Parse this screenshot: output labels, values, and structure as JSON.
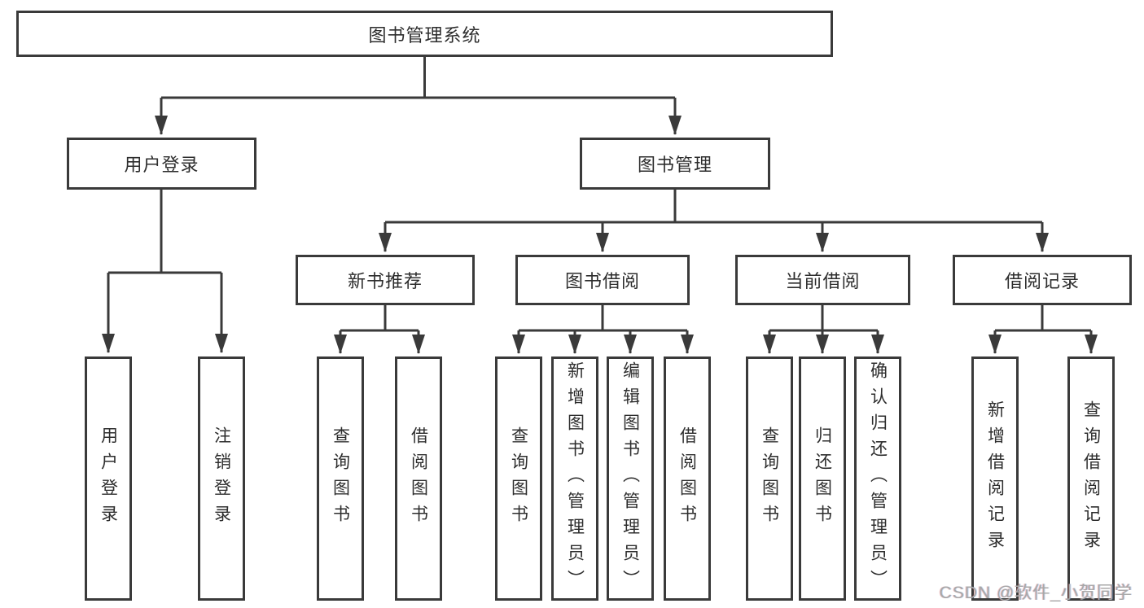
{
  "diagram_title": "图书管理系统",
  "nodes": {
    "root": {
      "label": "图书管理系统"
    },
    "level2": [
      {
        "label": "用户登录"
      },
      {
        "label": "图书管理"
      }
    ],
    "level3": [
      {
        "label": "新书推荐"
      },
      {
        "label": "图书借阅"
      },
      {
        "label": "当前借阅"
      },
      {
        "label": "借阅记录"
      }
    ],
    "leaves": {
      "user_login": [
        {
          "label": "用户登录"
        },
        {
          "label": "注销登录"
        }
      ],
      "new_book_recommend": [
        {
          "label": "查询图书"
        },
        {
          "label": "借阅图书"
        }
      ],
      "book_borrow": [
        {
          "label": "查询图书"
        },
        {
          "label": "新增图书（管理员）"
        },
        {
          "label": "编辑图书（管理员）"
        },
        {
          "label": "借阅图书"
        }
      ],
      "current_borrow": [
        {
          "label": "查询图书"
        },
        {
          "label": "归还图书"
        },
        {
          "label": "确认归还（管理员）"
        }
      ],
      "borrow_records": [
        {
          "label": "新增借阅记录"
        },
        {
          "label": "查询借阅记录"
        }
      ]
    }
  },
  "watermark": {
    "text": "CSDN @软件_小贺同学"
  },
  "colors": {
    "line": "#3a3a3a",
    "border": "#3a3a3a",
    "text": "#2d2d2d",
    "watermark": "#a8a8a8",
    "background": "#ffffff"
  }
}
